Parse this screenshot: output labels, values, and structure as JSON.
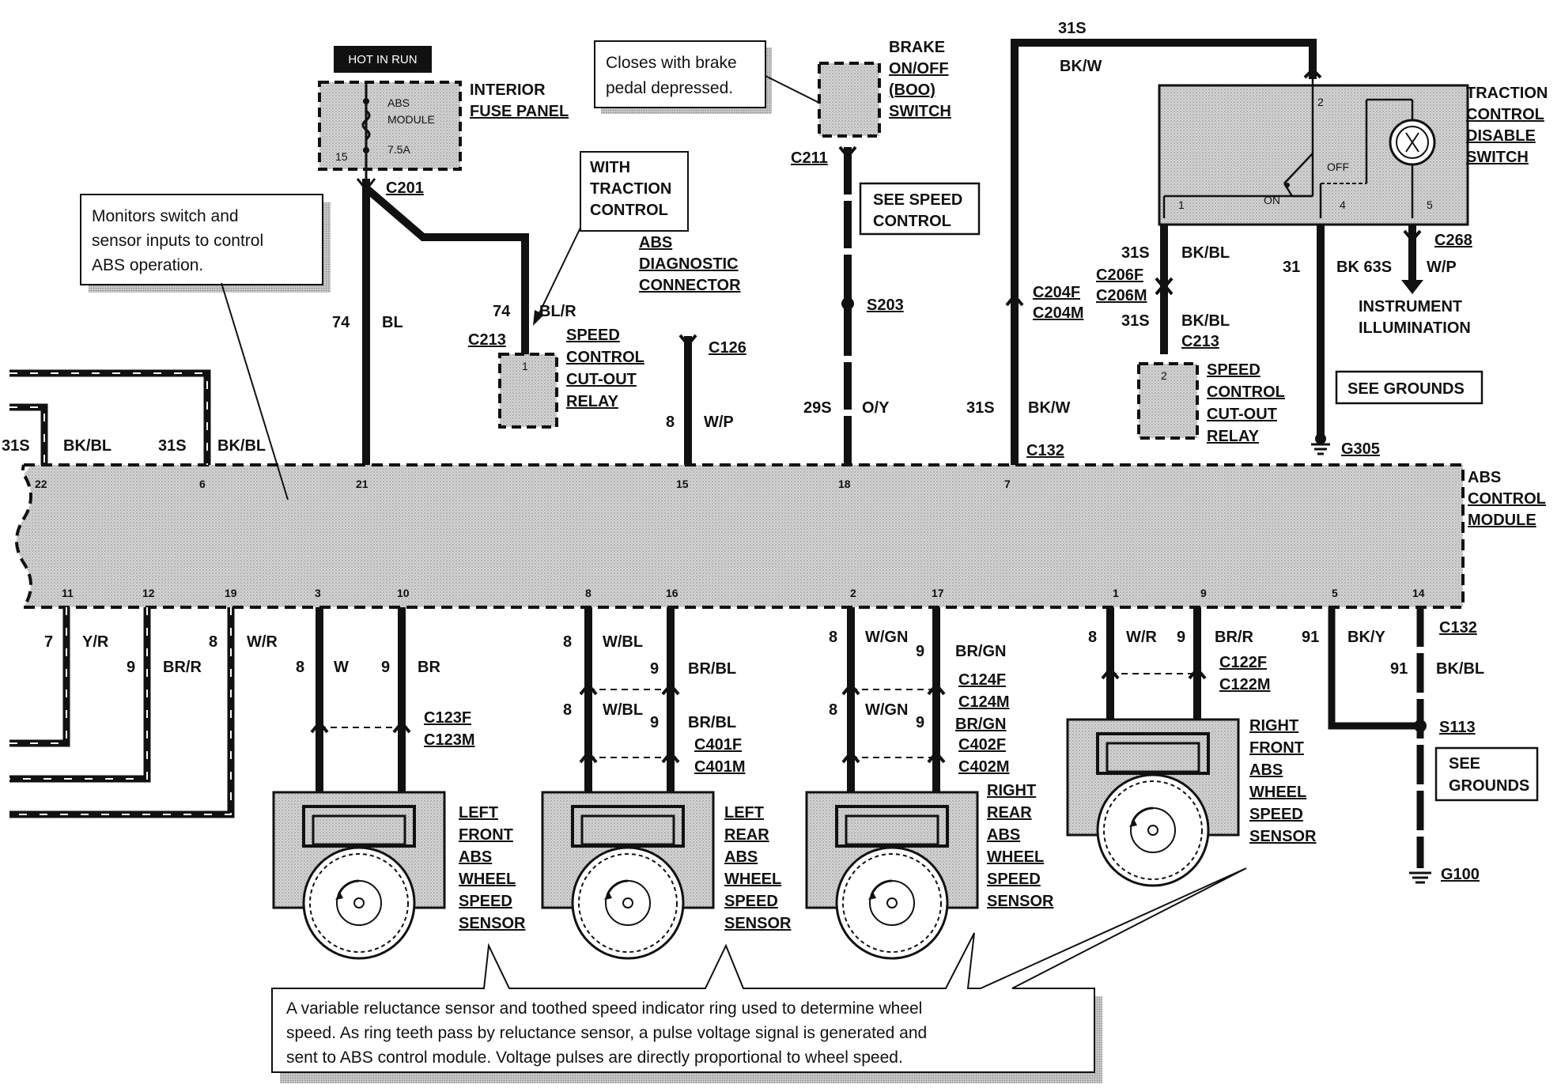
{
  "fuse_panel": {
    "hot": "HOT IN RUN",
    "name_line1": "INTERIOR",
    "name_line2": "FUSE PANEL",
    "fuse_label1": "ABS",
    "fuse_label2": "MODULE",
    "fuse_rating": "7.5A",
    "fuse_number": "15",
    "connector": "C201"
  },
  "monitor_note": {
    "line1": "Monitors switch and",
    "line2": "sensor inputs to control",
    "line3": "ABS operation."
  },
  "brake_note": {
    "line1": "Closes with brake",
    "line2": "pedal depressed."
  },
  "traction_note": {
    "line1": "WITH",
    "line2": "TRACTION",
    "line3": "CONTROL"
  },
  "boo_switch": {
    "line1": "BRAKE",
    "line2": "ON/OFF",
    "line3": "(BOO)",
    "line4": "SWITCH",
    "connector": "C211"
  },
  "see_speed_control": {
    "line1": "SEE SPEED",
    "line2": "CONTROL"
  },
  "diag_connector": {
    "line1": "ABS",
    "line2": "DIAGNOSTIC",
    "line3": "CONNECTOR",
    "connector": "C126"
  },
  "relay_left": {
    "line1": "SPEED",
    "line2": "CONTROL",
    "line3": "CUT-OUT",
    "line4": "RELAY",
    "connector": "C213",
    "pin": "1"
  },
  "relay_right": {
    "line1": "SPEED",
    "line2": "CONTROL",
    "line3": "CUT-OUT",
    "line4": "RELAY",
    "connector": "C213",
    "pin": "2"
  },
  "tc_switch": {
    "line1": "TRACTION",
    "line2": "CONTROL",
    "line3": "DISABLE",
    "line4": "SWITCH",
    "off": "OFF",
    "on": "ON",
    "pin1": "1",
    "pin2": "2",
    "pin4": "4",
    "pin5": "5",
    "connector": "C268"
  },
  "instrument": {
    "line1": "INSTRUMENT",
    "line2": "ILLUMINATION"
  },
  "see_grounds_1": "SEE GROUNDS",
  "see_grounds_2": {
    "line1": "SEE",
    "line2": "GROUNDS"
  },
  "grounds": {
    "g305": "G305",
    "g100": "G100",
    "s113": "S113",
    "s203": "S203"
  },
  "module": {
    "line1": "ABS",
    "line2": "CONTROL",
    "line3": "MODULE",
    "top_connector": "C132",
    "bottom_connector": "C132"
  },
  "top_pins": [
    "22",
    "6",
    "21",
    "15",
    "18",
    "7"
  ],
  "bottom_pins": [
    "11",
    "12",
    "19",
    "3",
    "10",
    "8",
    "16",
    "2",
    "17",
    "1",
    "9",
    "5",
    "14"
  ],
  "wires_top": {
    "w22_num": "31S",
    "w22_color": "BK/BL",
    "w6_num": "31S",
    "w6_color": "BK/BL",
    "w21_num": "74",
    "w21_color": "BL",
    "w21b_num": "74",
    "w21b_color": "BL/R",
    "w15_num": "8",
    "w15_color": "W/P",
    "w18_num": "29S",
    "w18_color": "O/Y",
    "w7_num": "31S",
    "w7_color": "BK/W",
    "top_num": "31S",
    "top_color": "BK/W",
    "c204f": "C204F",
    "c204m": "C204M",
    "c206f": "C206F",
    "c206m": "C206M",
    "tc1_num": "31S",
    "tc1_color": "BK/BL",
    "tc1b_num": "31S",
    "tc1b_color": "BK/BL",
    "tc4_num": "31",
    "tc4_color": "BK 63S",
    "tc5_color": "W/P"
  },
  "wires_bottom": {
    "w11_num": "7",
    "w11_color": "Y/R",
    "w12_num": "9",
    "w12_color": "BR/R",
    "w19_num": "8",
    "w19_color": "W/R",
    "w3_num": "8",
    "w3_color": "W",
    "w10_num": "9",
    "w10_color": "BR",
    "w8_num": "8",
    "w8_color": "W/BL",
    "w16_num": "9",
    "w16_color": "BR/BL",
    "w8b_num": "8",
    "w8b_color": "W/BL",
    "w16b_num": "9",
    "w16b_color": "BR/BL",
    "w2_num": "8",
    "w2_color": "W/GN",
    "w17_num": "9",
    "w17_color": "BR/GN",
    "w2b_num": "8",
    "w2b_color": "W/GN",
    "w17b_num": "9",
    "w17b_color": "BR/GN",
    "w1_num": "8",
    "w1_color": "W/R",
    "w9_num": "9",
    "w9_color": "BR/R",
    "w5_num": "91",
    "w5_color": "BK/Y",
    "w14_num": "91",
    "w14_color": "BK/BL"
  },
  "connectors_bottom": {
    "c123f": "C123F",
    "c123m": "C123M",
    "c401f": "C401F",
    "c401m": "C401M",
    "c124f": "C124F",
    "c124m": "C124M",
    "c402f": "C402F",
    "c402m": "C402M",
    "c122f": "C122F",
    "c122m": "C122M"
  },
  "sensors": {
    "lf": [
      "LEFT",
      "FRONT",
      "ABS",
      "WHEEL",
      "SPEED",
      "SENSOR"
    ],
    "lr": [
      "LEFT",
      "REAR",
      "ABS",
      "WHEEL",
      "SPEED",
      "SENSOR"
    ],
    "rr": [
      "RIGHT",
      "REAR",
      "ABS",
      "WHEEL",
      "SPEED",
      "SENSOR"
    ],
    "rf": [
      "RIGHT",
      "FRONT",
      "ABS",
      "WHEEL",
      "SPEED",
      "SENSOR"
    ]
  },
  "sensor_note": {
    "line1": "A variable reluctance sensor and toothed speed indicator ring used to determine wheel",
    "line2": "speed. As ring teeth pass by reluctance sensor, a pulse voltage signal is generated and",
    "line3": "sent to ABS control module. Voltage pulses are directly proportional to wheel speed."
  }
}
